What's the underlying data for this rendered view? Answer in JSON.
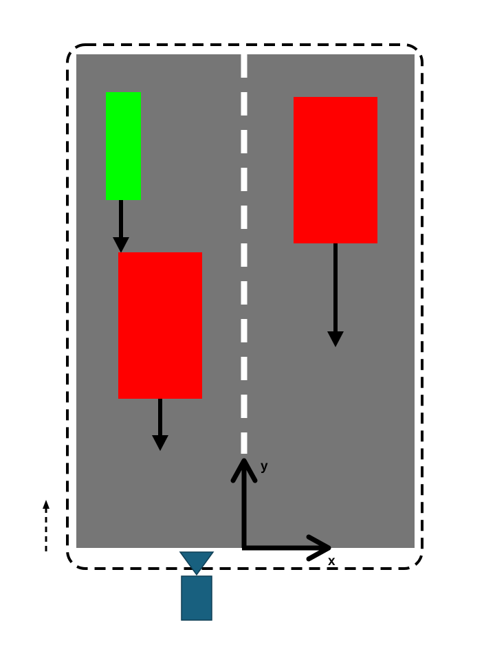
{
  "scene": {
    "colors": {
      "background": "#ffffff",
      "road": "#767676",
      "lane_marking": "#ffffff",
      "boundary": "#000000",
      "ego_vehicle": "#00ff00",
      "other_vehicle": "#ff0000",
      "sensor": "#18607f",
      "arrow": "#000000"
    },
    "road": {
      "lanes": 2
    },
    "vehicles": [
      {
        "id": "ego",
        "role": "ego-vehicle",
        "lane": "left",
        "direction": "down"
      },
      {
        "id": "red-left",
        "role": "other-vehicle",
        "lane": "left",
        "direction": "down"
      },
      {
        "id": "red-right",
        "role": "other-vehicle",
        "lane": "right",
        "direction": "down"
      }
    ],
    "sensor": {
      "icon": "camera-icon"
    },
    "axes": {
      "x_label": "x",
      "y_label": "y"
    }
  }
}
